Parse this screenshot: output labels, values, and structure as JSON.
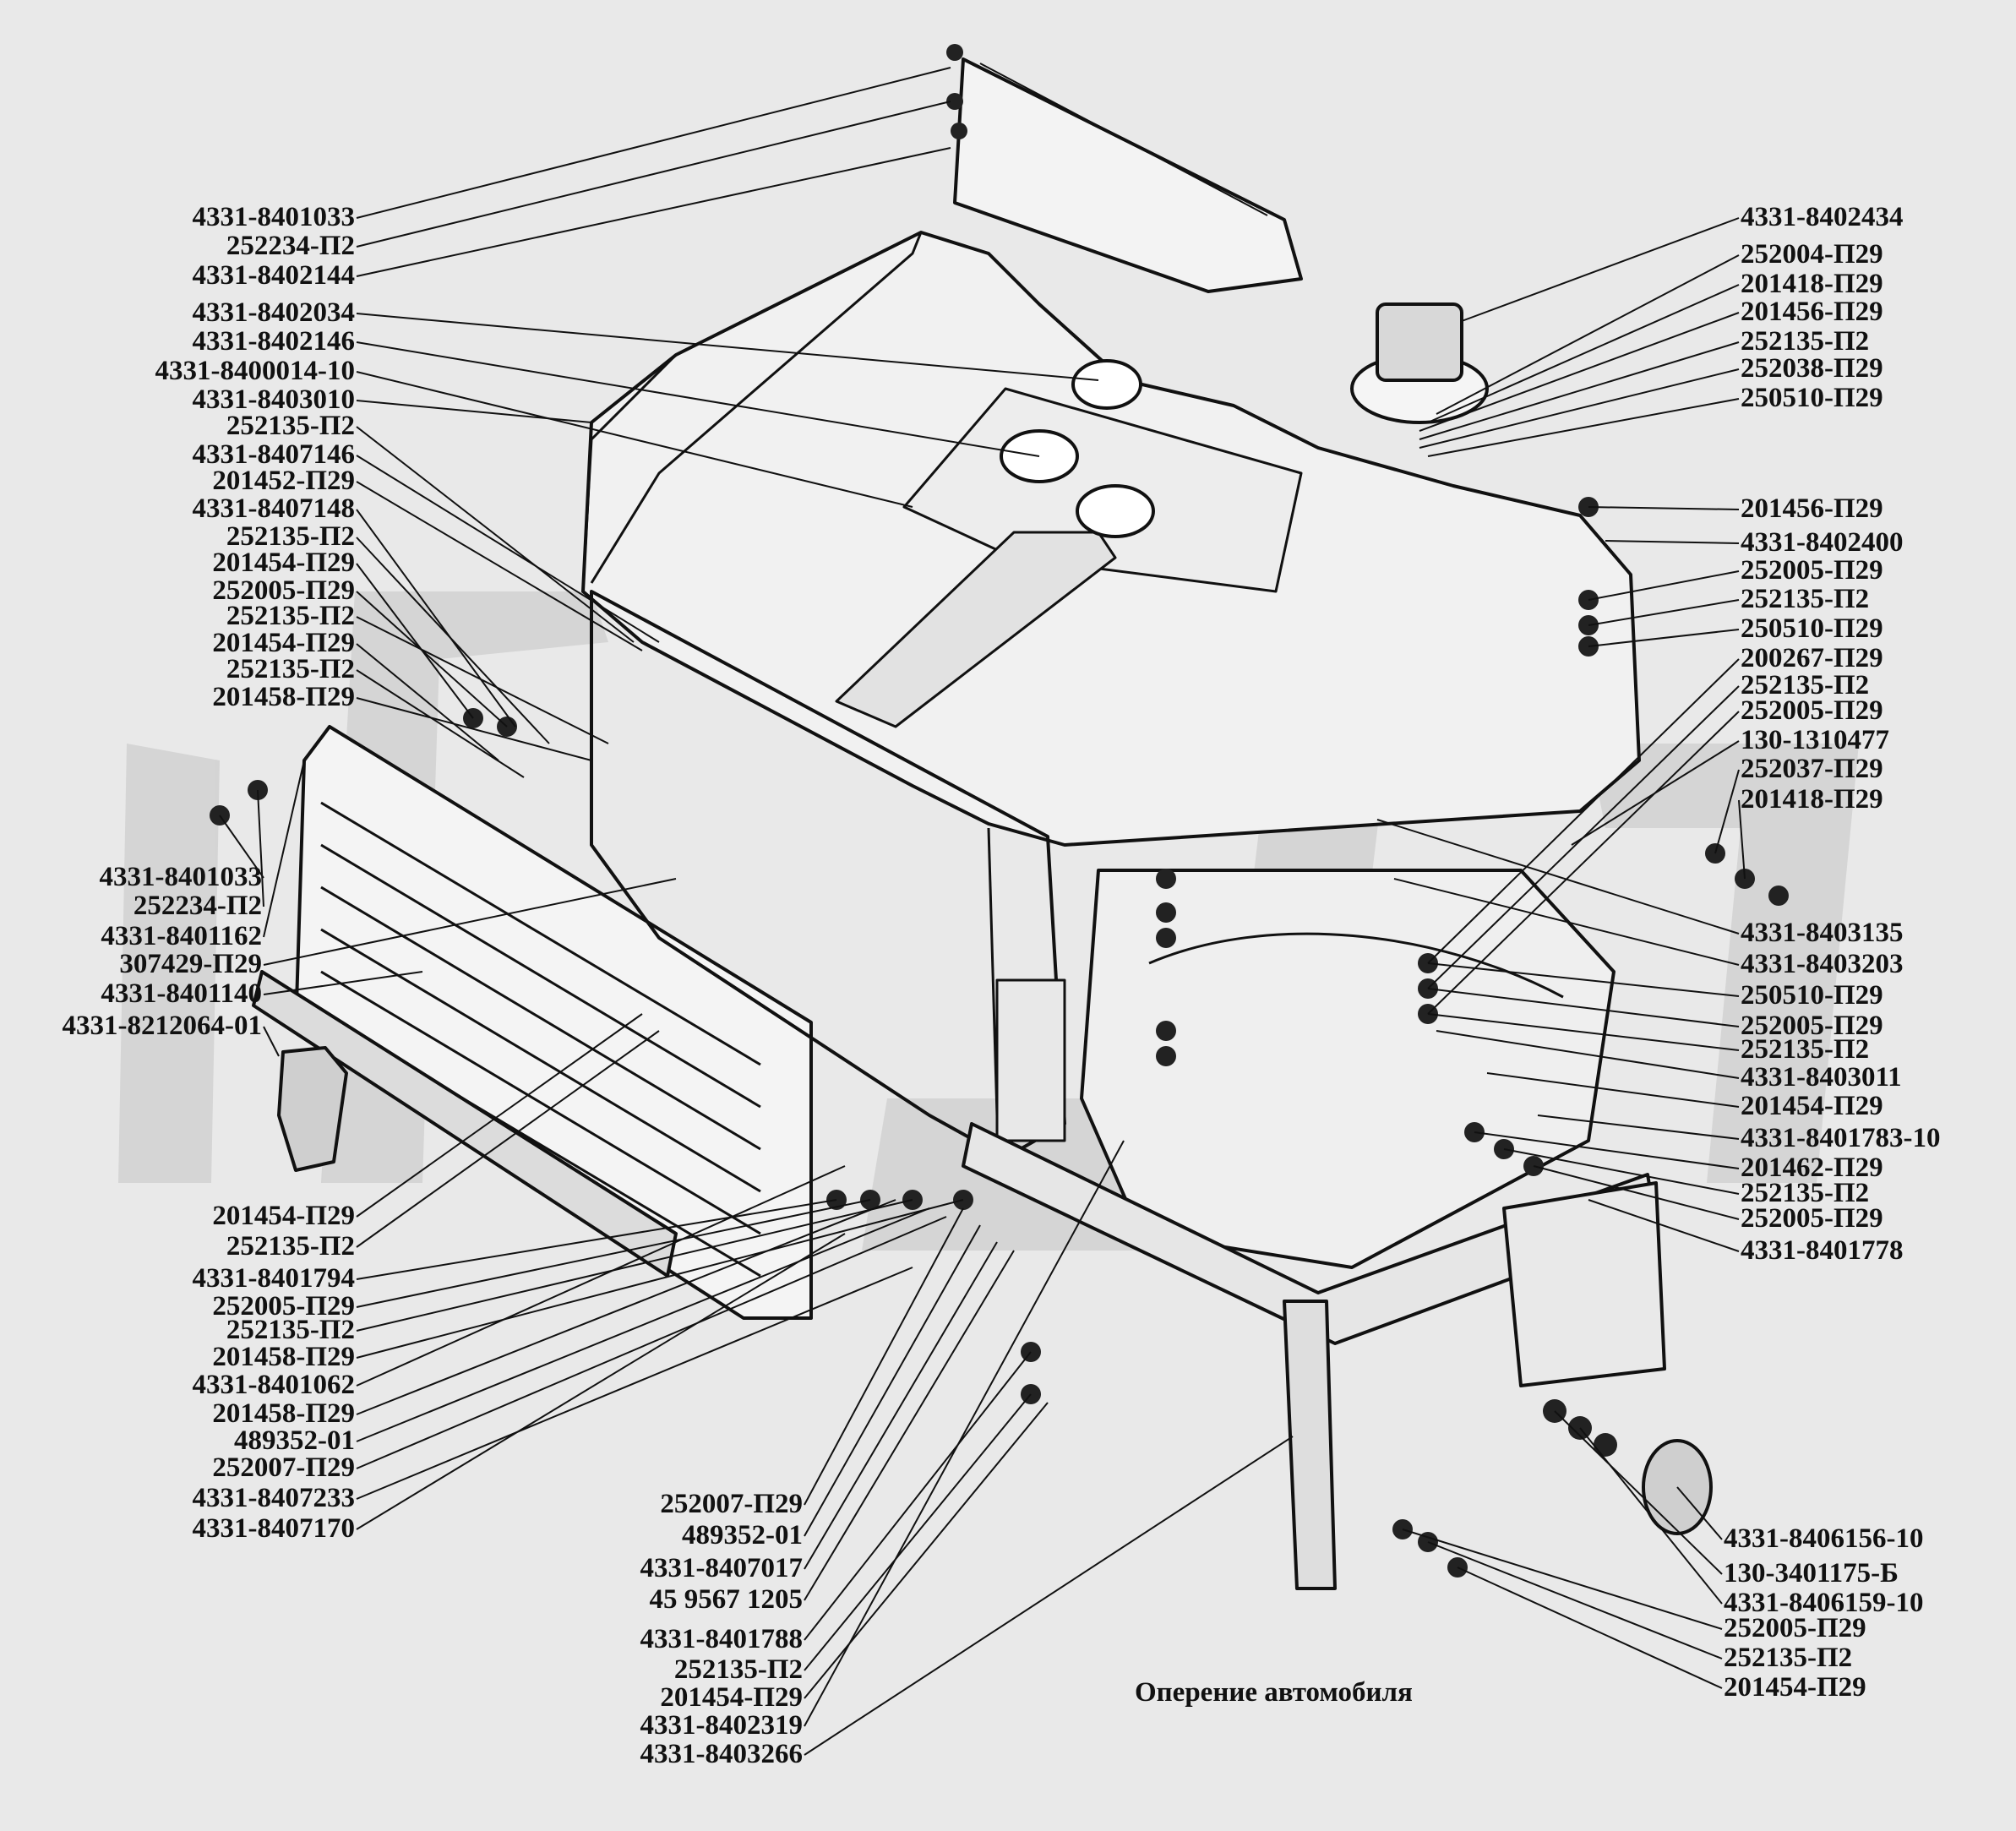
{
  "caption": "Оперение автомобиля",
  "colors": {
    "background": "#e9e9e9",
    "ink": "#111111",
    "watermark": "#cdcdcd"
  },
  "labels_left": [
    "4331-8401033",
    "252234-П2",
    "4331-8402144",
    "4331-8402034",
    "4331-8402146",
    "4331-8400014-10",
    "4331-8403010",
    "252135-П2",
    "4331-8407146",
    "201452-П29",
    "4331-8407148",
    "252135-П2",
    "201454-П29",
    "252005-П29",
    "252135-П2",
    "201454-П29",
    "252135-П2",
    "201458-П29",
    "4331-8401033",
    "252234-П2",
    "4331-8401162",
    "307429-П29",
    "4331-8401140",
    "4331-8212064-01",
    "201454-П29",
    "252135-П2",
    "4331-8401794",
    "252005-П29",
    "252135-П2",
    "201458-П29",
    "4331-8401062",
    "201458-П29",
    "489352-01",
    "252007-П29",
    "4331-8407233",
    "4331-8407170"
  ],
  "labels_bottom": [
    "252007-П29",
    "489352-01",
    "4331-8407017",
    "45 9567 1205",
    "4331-8401788",
    "252135-П2",
    "201454-П29",
    "4331-8402319",
    "4331-8403266"
  ],
  "labels_right": [
    "4331-8402434",
    "252004-П29",
    "201418-П29",
    "201456-П29",
    "252135-П2",
    "252038-П29",
    "250510-П29",
    "201456-П29",
    "4331-8402400",
    "252005-П29",
    "252135-П2",
    "250510-П29",
    "200267-П29",
    "252135-П2",
    "252005-П29",
    "130-1310477",
    "252037-П29",
    "201418-П29",
    "4331-8403135",
    "4331-8403203",
    "250510-П29",
    "252005-П29",
    "252135-П2",
    "4331-8403011",
    "201454-П29",
    "4331-8401783-10",
    "201462-П29",
    "252135-П2",
    "252005-П29",
    "4331-8401778",
    "4331-8406156-10",
    "130-3401175-Б",
    "4331-8406159-10",
    "252005-П29",
    "252135-П2",
    "201454-П29"
  ]
}
